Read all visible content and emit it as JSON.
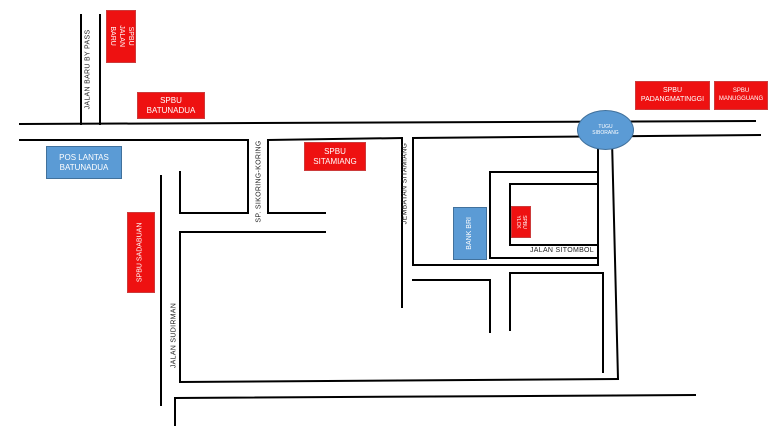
{
  "labels": {
    "spbu_jalan_baru": "SPBU JALAN\nBARU",
    "spbu_batunadua": "SPBU\nBATUNADUA",
    "spbu_padangmatinggi": "SPBU\nPADANGMATINGGI",
    "spbu_manunggang": "SPBU\nMANUGGUANG",
    "spbu_sitamiang": "SPBU\nSITAMIANG",
    "spbu_sadabuan": "SPBU SADABUAN",
    "spbu_ylck": "SPBU\nYLCK",
    "pos_lantas": "POS LANTAS\nBATUNADUA",
    "bank_bri": "BANK BRI",
    "tugu": "TUGU\nSIBORANG",
    "jalan_baru_bypass": "JALAN BARU BY PASS",
    "sp_sikoring": "SP. SIKORING-KORING",
    "jembatan_sitamiang": "JEMBATAN SITAMIANG",
    "jalan_sitombol": "JALAN SITOMBOL",
    "jalan_sudirman": "JALAN SUDIRMAN"
  },
  "colors": {
    "spbu_fill": "#ee1111",
    "landmark_fill": "#5b9bd5",
    "road_line": "#000000"
  }
}
